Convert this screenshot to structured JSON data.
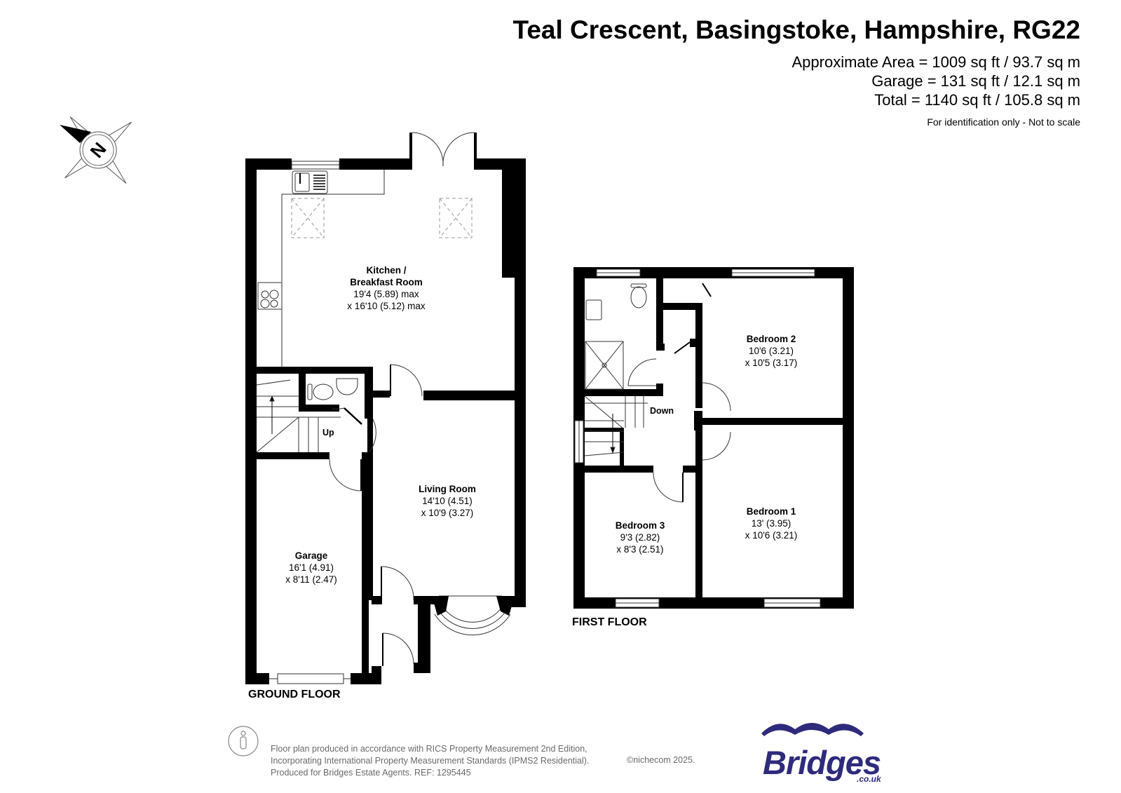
{
  "header": {
    "title": "Teal Crescent, Basingstoke, Hampshire, RG22",
    "areas": [
      "Approximate Area = 1009 sq ft / 93.7 sq m",
      "Garage = 131 sq ft / 12.1 sq m",
      "Total = 1140 sq ft / 105.8 sq m"
    ],
    "disclaimer": "For identification only - Not to scale"
  },
  "compass": {
    "icon": "north-compass-icon",
    "label": "N"
  },
  "ground_floor": {
    "label": "GROUND FLOOR",
    "stairs_label": "Up",
    "rooms": [
      {
        "name": "Kitchen /",
        "name2": "Breakfast Room",
        "dim1": "19'4 (5.89) max",
        "dim2": "x 16'10 (5.12) max"
      },
      {
        "name": "Living Room",
        "dim1": "14'10 (4.51)",
        "dim2": "x 10'9 (3.27)"
      },
      {
        "name": "Garage",
        "dim1": "16'1 (4.91)",
        "dim2": "x 8'11 (2.47)"
      }
    ]
  },
  "first_floor": {
    "label": "FIRST FLOOR",
    "stairs_label": "Down",
    "rooms": [
      {
        "name": "Bedroom 2",
        "dim1": "10'6 (3.21)",
        "dim2": "x 10'5 (3.17)"
      },
      {
        "name": "Bedroom 1",
        "dim1": "13' (3.95)",
        "dim2": "x 10'6 (3.21)"
      },
      {
        "name": "Bedroom 3",
        "dim1": "9'3 (2.82)",
        "dim2": "x 8'3 (2.51)"
      }
    ]
  },
  "footer": {
    "lines": [
      "Floor plan produced in accordance with RICS Property Measurement 2nd Edition,",
      "Incorporating International Property Measurement Standards (IPMS2 Residential).",
      "Produced for Bridges Estate Agents.   REF: 1295445"
    ],
    "copyright": "©nichecom 2025.",
    "logo_text": "Bridges",
    "logo_sub": ".co.uk",
    "logo_color": "#2e2a7c"
  }
}
